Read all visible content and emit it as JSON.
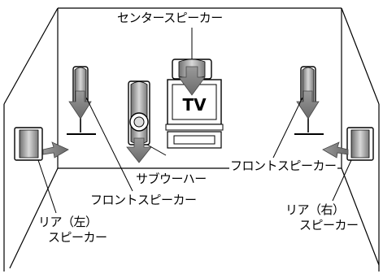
{
  "labels": {
    "center_speaker": "センタースピーカー",
    "front_speaker_right": "フロントスピーカー",
    "subwoofer": "サブウーハー",
    "front_speaker_left": "フロントスピーカー",
    "rear_left_line1": "リア（左）",
    "rear_left_line2": "スピーカー",
    "rear_right_line1": "リア（右）",
    "rear_right_line2": "スピーカー",
    "tv": "TV"
  },
  "icons": {
    "arrow": "sound-direction-arrow-icon",
    "speaker": "speaker-icon"
  },
  "colors": {
    "line": "#000000",
    "speaker_face": "#ffffff",
    "speaker_side": "#9a9a9a",
    "arrow": "#7a7a7a",
    "tv_bezel": "#000000",
    "tv_screen": "#ffffff"
  }
}
